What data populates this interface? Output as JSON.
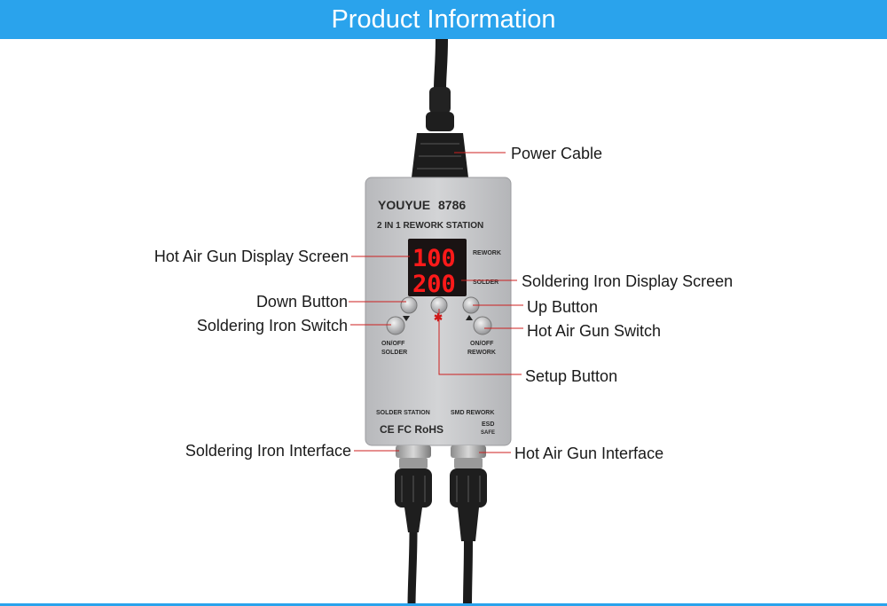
{
  "banner": {
    "title": "Product Information"
  },
  "device": {
    "brand": "YOUYUE",
    "model": "8786",
    "subtitle": "2 IN 1 REWORK STATION",
    "rework_label": "REWORK",
    "solder_label": "SOLDER",
    "rework_temp": "100",
    "solder_temp": "200",
    "left_switch_line1": "ON/OFF",
    "left_switch_line2": "SOLDER",
    "right_switch_line1": "ON/OFF",
    "right_switch_line2": "REWORK",
    "solder_station": "SOLDER STATION",
    "smd_rework": "SMD REWORK",
    "certs": "CE FC RoHS",
    "esd_line1": "ESD",
    "esd_line2": "SAFE",
    "setup_symbol": "✱"
  },
  "labels": {
    "power_cable": "Power Cable",
    "hot_air_display": "Hot Air Gun Display Screen",
    "soldering_display": "Soldering Iron Display Screen",
    "down_button": "Down Button",
    "up_button": "Up Button",
    "soldering_switch": "Soldering Iron Switch",
    "hot_air_switch": "Hot Air Gun Switch",
    "setup_button": "Setup Button",
    "soldering_interface": "Soldering Iron Interface",
    "hot_air_interface": "Hot Air Gun Interface"
  },
  "colors": {
    "accent": "#2aa3ec",
    "leader_line": "#cc1f1f",
    "display_digits": "#ff1a1a",
    "device_body": "#c9cacc"
  }
}
